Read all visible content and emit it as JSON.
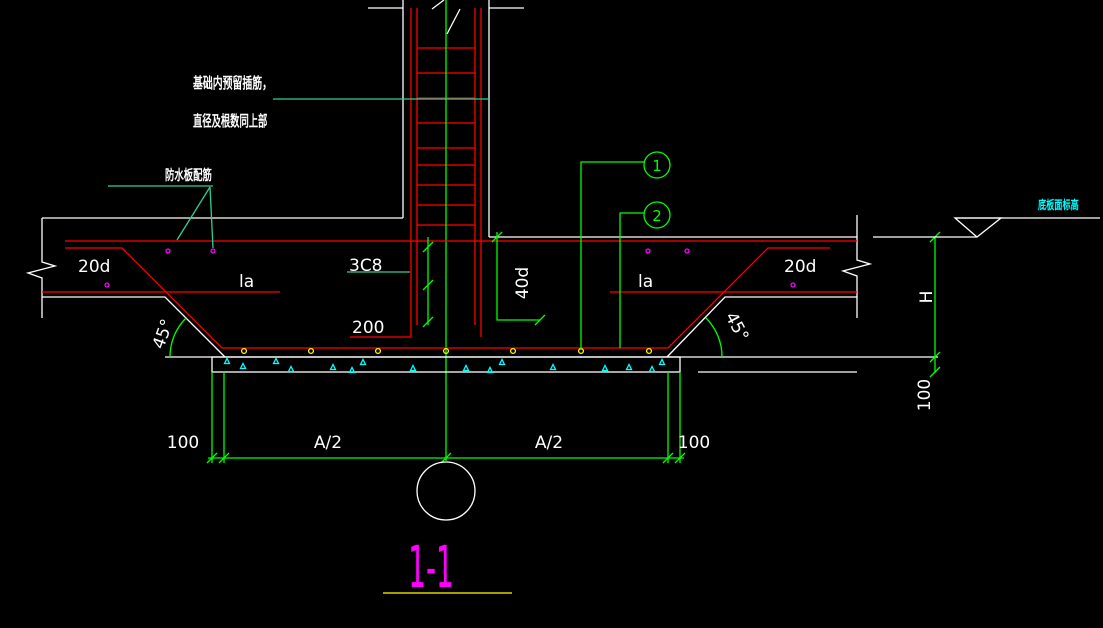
{
  "colors": {
    "background": "#000000",
    "outline": "#ffffff",
    "rebar": "#ff0000",
    "dimension": "#00ff00",
    "leader": "#33cc99",
    "rebar_dot_magenta": "#ff00ff",
    "rebar_dot_yellow": "#ffff00",
    "aggregate_cyan": "#00ffff",
    "section_title": "#ff00ff",
    "elevation_text": "#00ffff"
  },
  "notes": {
    "dowel_line1": "基础内预留插筋，",
    "dowel_line2": "直径及根数同上部",
    "slab_rebar": "防水板配筋",
    "elevation": "底板面标高"
  },
  "labels": {
    "left_20d": "20d",
    "left_la": "la",
    "stirrups": "3C8",
    "bend_200": "200",
    "anchor_40d": "40d",
    "right_la": "la",
    "right_20d": "20d",
    "height": "H",
    "cushion_thickness": "100",
    "angle_left": "45°",
    "angle_right": "45°",
    "callout_1": "1",
    "callout_2": "2"
  },
  "dimensions": {
    "left_edge": "100",
    "left_half": "A/2",
    "right_half": "A/2",
    "right_edge": "100"
  },
  "section": {
    "title": "1-1"
  }
}
